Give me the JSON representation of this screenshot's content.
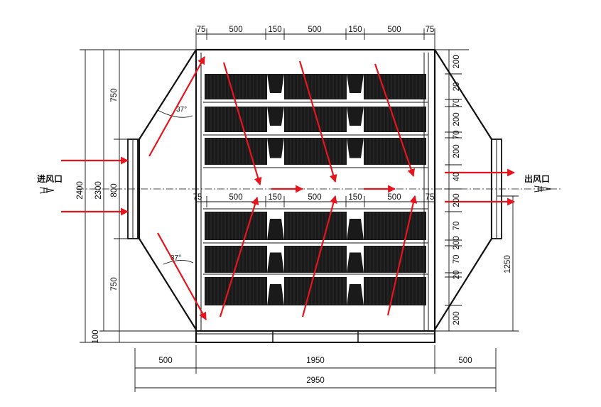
{
  "labels": {
    "inlet": "进风口",
    "outlet": "出风口"
  },
  "angles": {
    "top": "37°",
    "bottom": "37°"
  },
  "top_dims": [
    "75",
    "500",
    "150",
    "500",
    "150",
    "500",
    "75"
  ],
  "mid_dims": [
    "75",
    "500",
    "150",
    "500",
    "150",
    "500",
    "75"
  ],
  "bottom_dims": {
    "left": "500",
    "middle": "1950",
    "right": "500",
    "total": "2950"
  },
  "left_dims": {
    "overall": "2400",
    "height": "2300",
    "upper": "750",
    "opening": "800",
    "lower": "750",
    "base": "100"
  },
  "right_dims": {
    "stack": [
      "200",
      "20",
      "70",
      "200",
      "70",
      "200",
      "40",
      "200",
      "70",
      "200",
      "70",
      "20",
      "200"
    ],
    "lower_total": "1250"
  },
  "colors": {
    "line": "#111111",
    "arrow": "#e8141c",
    "block": "#1a1a1a"
  }
}
